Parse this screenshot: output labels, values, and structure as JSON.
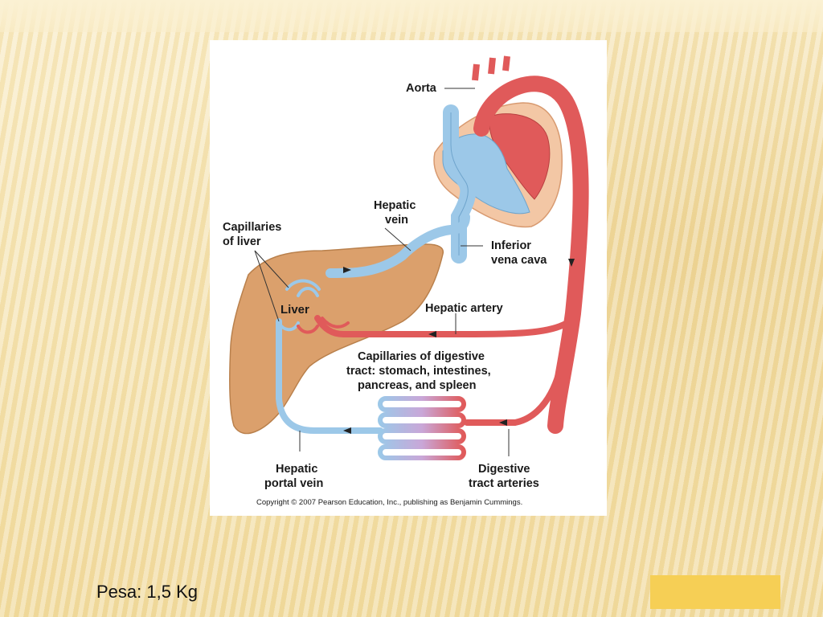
{
  "diagram": {
    "labels": {
      "aorta": "Aorta",
      "hepatic_vein_1": "Hepatic",
      "hepatic_vein_2": "vein",
      "capillaries_liver_1": "Capillaries",
      "capillaries_liver_2": "of liver",
      "inferior_vena_cava_1": "Inferior",
      "inferior_vena_cava_2": "vena cava",
      "liver": "Liver",
      "hepatic_artery": "Hepatic artery",
      "capillaries_digestive_1": "Capillaries of digestive",
      "capillaries_digestive_2": "tract: stomach, intestines,",
      "capillaries_digestive_3": "pancreas, and spleen",
      "hepatic_portal_vein_1": "Hepatic",
      "hepatic_portal_vein_2": "portal vein",
      "digestive_arteries_1": "Digestive",
      "digestive_arteries_2": "tract arteries"
    },
    "copyright": "Copyright © 2007 Pearson Education, Inc., publishing as Benjamin Cummings.",
    "colors": {
      "artery": "#e05a5a",
      "vein": "#9cc8e8",
      "liver": "#dba06c",
      "heart": "#f3c7a5"
    }
  },
  "caption": "Pesa: 1,5 Kg"
}
